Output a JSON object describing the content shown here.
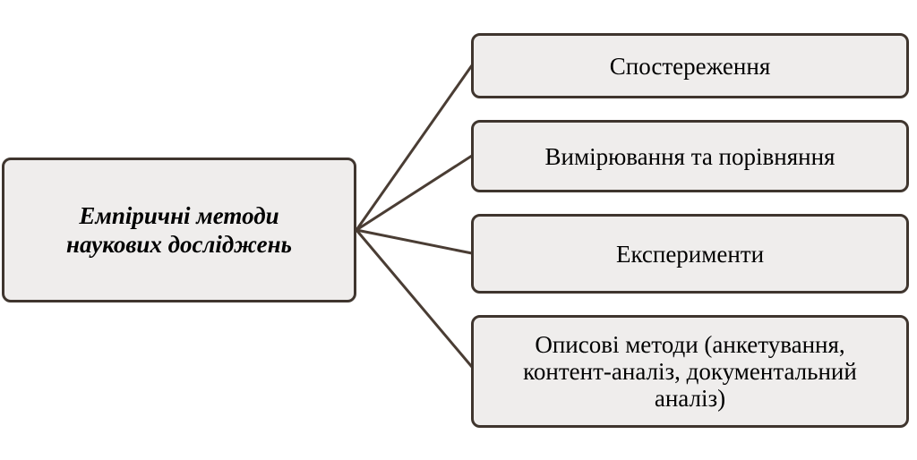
{
  "diagram": {
    "root": {
      "line1": "Емпіричні методи",
      "line2": "наукових досліджень"
    },
    "children": [
      {
        "lines": [
          "Спостереження"
        ]
      },
      {
        "lines": [
          "Вимірювання та порівняння"
        ]
      },
      {
        "lines": [
          "Експерименти"
        ]
      },
      {
        "lines": [
          "Описові методи (анкетування,",
          "контент-аналіз, документальний",
          "аналіз)"
        ]
      }
    ],
    "colors": {
      "box_fill": "#efedec",
      "box_border": "#3f352e",
      "connector": "#4a3d34"
    }
  }
}
